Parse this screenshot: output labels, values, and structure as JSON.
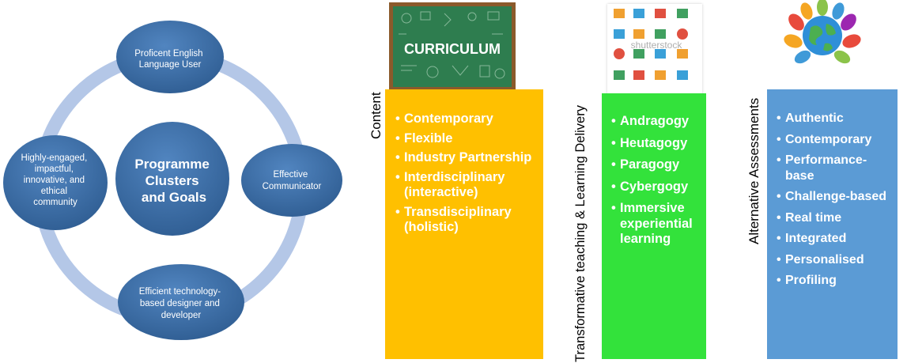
{
  "cycle": {
    "center": "Programme Clusters and Goals",
    "center_lines": [
      "Programme",
      "Clusters",
      "and Goals"
    ],
    "nodes": [
      {
        "id": "top",
        "lines": [
          "Proficent English",
          "Language User"
        ]
      },
      {
        "id": "right",
        "lines": [
          "Effective",
          "Communicator"
        ]
      },
      {
        "id": "bottom",
        "lines": [
          "Efficient technology-",
          "based designer and",
          "developer"
        ]
      },
      {
        "id": "left",
        "lines": [
          "Highly-engaged,",
          "impactful,",
          "innovative, and",
          "ethical",
          "community"
        ]
      }
    ]
  },
  "columns": {
    "content": {
      "label": "Content",
      "image_text": "CURRICULUM",
      "items": [
        "Contemporary",
        "Flexible",
        "Industry Partnership",
        "Interdisciplinary (interactive)",
        "Transdisciplinary (holistic)"
      ]
    },
    "delivery": {
      "label": "Transformative teaching & Learning Delivery",
      "image_text": "shutterstock",
      "items": [
        "Andragogy",
        "Heutagogy",
        "Paragogy",
        "Cybergogy",
        "Immersive experiential learning"
      ]
    },
    "assessment": {
      "label": "Alternative Assessments",
      "items": [
        "Authentic",
        "Contemporary",
        "Performance-base",
        "Challenge-based",
        "Real time",
        "Integrated",
        "Personalised",
        "Profiling"
      ]
    }
  },
  "colors": {
    "node_fill": "#3d6ea5",
    "ring": "#b4c7e7",
    "content_box": "#ffc000",
    "delivery_box": "#33e23b",
    "assessment_box": "#5b9bd5"
  }
}
